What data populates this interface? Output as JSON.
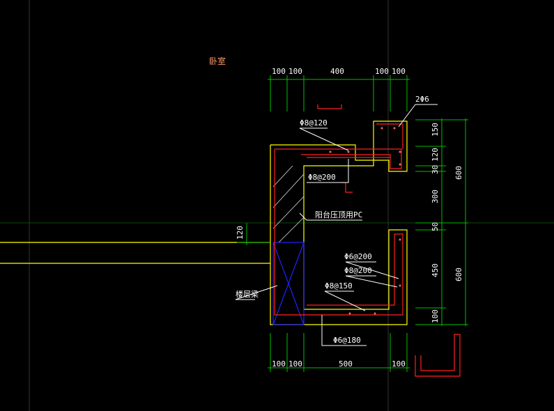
{
  "room_label": "卧室",
  "top_dims": [
    "100",
    "100",
    "400",
    "100",
    "100"
  ],
  "bottom_dims": [
    "100",
    "100",
    "500",
    "100"
  ],
  "right_dims_inner": [
    "150",
    "120",
    "30",
    "300",
    "50",
    "450",
    "100"
  ],
  "right_dims_outer": [
    "600",
    "600"
  ],
  "left_dim": "120",
  "annotations": {
    "top_bar": "2Φ6",
    "upper_slab": "Φ8@120",
    "upper_dist": "Φ8@200",
    "pc_note": "阳台压顶用PC",
    "lower_side1": "Φ6@200",
    "lower_side2": "Φ8@200",
    "lower_slab": "Φ8@150",
    "bottom_dist": "Φ6@180",
    "beam_note": "楼层梁"
  }
}
